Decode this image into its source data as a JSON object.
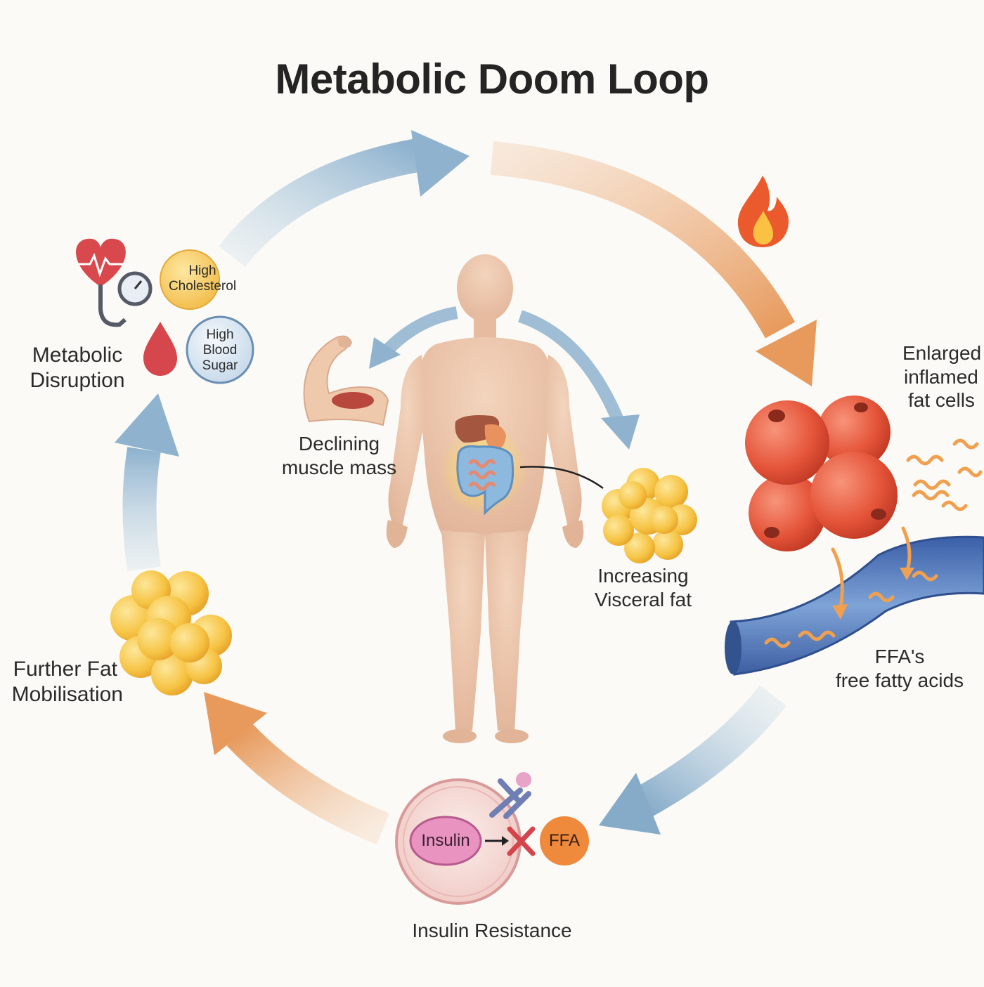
{
  "title": "Metabolic Doom Loop",
  "nodes": {
    "metabolic_disruption": {
      "label_line1": "Metabolic",
      "label_line2": "Disruption",
      "badge_cholesterol": {
        "line1": "High",
        "line2": "Cholesterol"
      },
      "badge_blood_sugar": {
        "line1": "High",
        "line2": "Blood",
        "line3": "Sugar"
      }
    },
    "enlarged_fat_cells": {
      "line1": "Enlarged",
      "line2": "inflamed",
      "line3": "fat cells"
    },
    "ffa": {
      "line1": "FFA's",
      "line2": "free fatty acids"
    },
    "insulin_resistance": {
      "label": "Insulin Resistance",
      "insulin_pill": "Insulin",
      "ffa_circle": "FFA"
    },
    "further_fat": {
      "line1": "Further Fat",
      "line2": "Mobilisation"
    },
    "muscle": {
      "line1": "Declining",
      "line2": "muscle mass"
    },
    "visceral": {
      "line1": "Increasing",
      "line2": "Visceral fat"
    }
  },
  "colors": {
    "blue_arrow": "#9bbdd6",
    "orange_arrow": "#e9a46e",
    "fat_yellow": "#f7c54a",
    "fat_red": "#e8553a",
    "skin": "#edc5a9",
    "vessel_blue": "#4a73b8"
  }
}
